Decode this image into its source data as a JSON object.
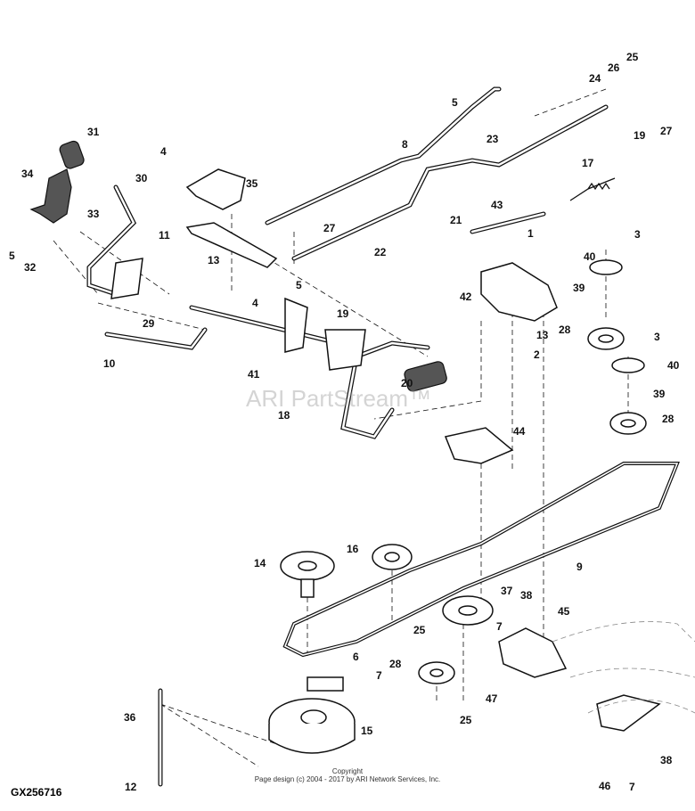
{
  "diagram": {
    "figure_id": "GX256716",
    "watermark": "ARI PartStream™",
    "copyright_line1": "Copyright",
    "copyright_line2": "Page design (c) 2004 - 2017 by ARI Network Services, Inc.",
    "callouts": [
      "31",
      "34",
      "30",
      "33",
      "5",
      "32",
      "4",
      "35",
      "11",
      "13",
      "4",
      "5",
      "27",
      "22",
      "29",
      "10",
      "41",
      "19",
      "18",
      "20",
      "5",
      "8",
      "23",
      "24",
      "26",
      "25",
      "19",
      "27",
      "17",
      "21",
      "43",
      "1",
      "3",
      "40",
      "39",
      "42",
      "28",
      "13",
      "2",
      "3",
      "40",
      "39",
      "28",
      "44",
      "16",
      "14",
      "9",
      "37",
      "38",
      "45",
      "7",
      "25",
      "6",
      "28",
      "7",
      "47",
      "25",
      "36",
      "15",
      "12",
      "46",
      "7",
      "38"
    ]
  }
}
